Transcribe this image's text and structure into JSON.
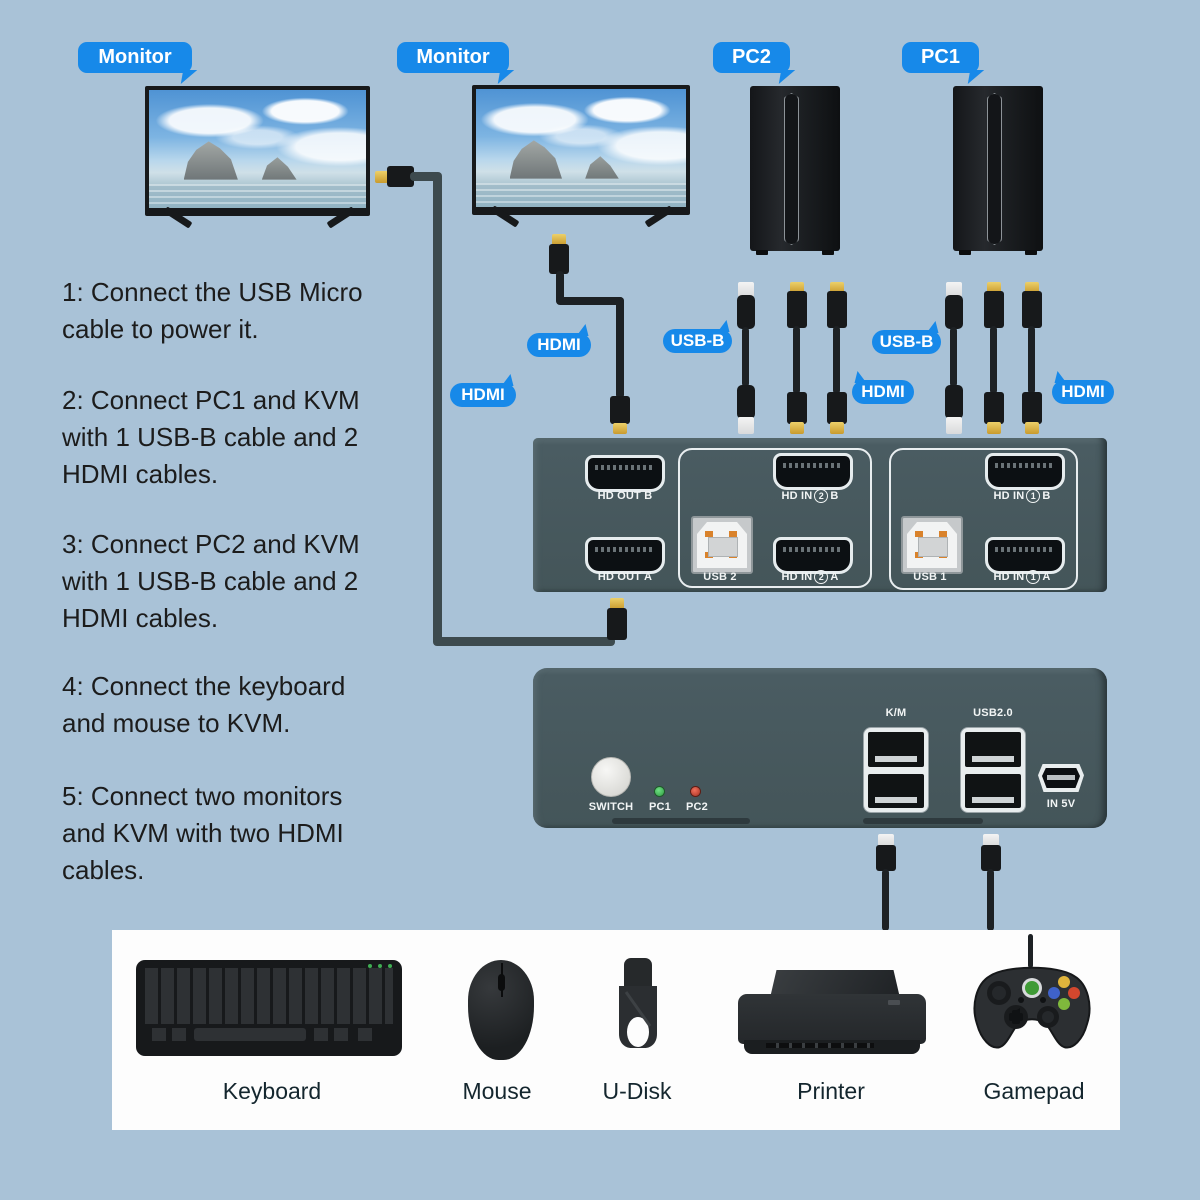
{
  "callouts": {
    "monitor_left": "Monitor",
    "monitor_right": "Monitor",
    "pc2": "PC2",
    "pc1": "PC1",
    "hdmi_monitor_left": "HDMI",
    "hdmi_monitor_right": "HDMI",
    "usb_b_pc2": "USB-B",
    "hdmi_pc2": "HDMI",
    "usb_b_pc1": "USB-B",
    "hdmi_pc1": "HDMI"
  },
  "instructions": {
    "step1": "1: Connect the USB Micro\ncable to power it.",
    "step2": "2: Connect PC1 and KVM\nwith 1 USB-B cable and 2\nHDMI cables.",
    "step3": "3: Connect PC2 and KVM\nwith 1 USB-B cable and 2\nHDMI cables.",
    "step4": "4: Connect the keyboard\nand mouse to KVM.",
    "step5": "5: Connect two monitors\nand KVM with two HDMI\ncables."
  },
  "kvm_back": {
    "hd_out_b": "HD OUT B",
    "hd_out_a": "HD OUT A",
    "usb_2": "USB 2",
    "usb_1": "USB 1",
    "hd_in_2b": {
      "pre": "HD IN",
      "num": "2",
      "post": "B"
    },
    "hd_in_2a": {
      "pre": "HD IN",
      "num": "2",
      "post": "A"
    },
    "hd_in_1b": {
      "pre": "HD IN",
      "num": "1",
      "post": "B"
    },
    "hd_in_1a": {
      "pre": "HD IN",
      "num": "1",
      "post": "A"
    }
  },
  "kvm_front": {
    "switch_label": "SWITCH",
    "pc1_led_label": "PC1",
    "pc2_led_label": "PC2",
    "km_label": "K/M",
    "usb20_label": "USB2.0",
    "in5v_label": "IN 5V"
  },
  "peripherals": [
    {
      "label": "Keyboard"
    },
    {
      "label": "Mouse"
    },
    {
      "label": "U-Disk"
    },
    {
      "label": "Printer"
    },
    {
      "label": "Gamepad"
    }
  ],
  "colors": {
    "background": "#a9c2d7",
    "callout_blue": "#1789e9",
    "panel_slate": "#46585e",
    "led_green": "#38b44a",
    "led_red": "#cf3a2a",
    "connector_gold": "#dcb23f"
  }
}
